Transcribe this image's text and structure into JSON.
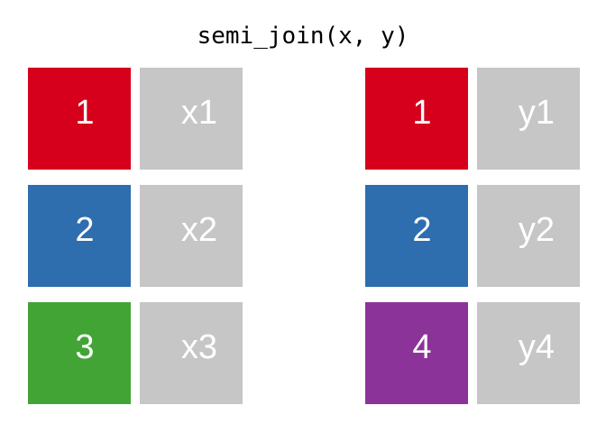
{
  "title": "semi_join(x, y)",
  "colors": {
    "red": "#D6001C",
    "blue": "#2E6DAE",
    "green": "#43A436",
    "purple": "#8B3399",
    "gray": "#C6C6C6",
    "label_text": "#FFFFFF",
    "title_text": "#000000",
    "background": "#FFFFFF"
  },
  "tables": [
    {
      "name": "x",
      "rows": [
        {
          "key": "1",
          "key_color": "#D6001C",
          "value": "x1",
          "value_color": "#C6C6C6"
        },
        {
          "key": "2",
          "key_color": "#2E6DAE",
          "value": "x2",
          "value_color": "#C6C6C6"
        },
        {
          "key": "3",
          "key_color": "#43A436",
          "value": "x3",
          "value_color": "#C6C6C6"
        }
      ]
    },
    {
      "name": "y",
      "rows": [
        {
          "key": "1",
          "key_color": "#D6001C",
          "value": "y1",
          "value_color": "#C6C6C6"
        },
        {
          "key": "2",
          "key_color": "#2E6DAE",
          "value": "y2",
          "value_color": "#C6C6C6"
        },
        {
          "key": "4",
          "key_color": "#8B3399",
          "value": "y4",
          "value_color": "#C6C6C6"
        }
      ]
    }
  ]
}
